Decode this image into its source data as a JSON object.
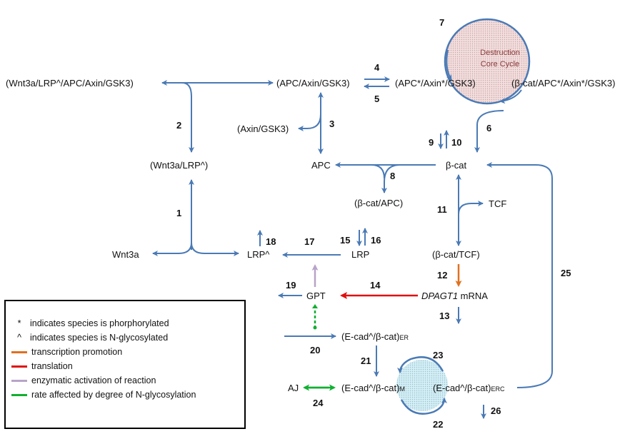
{
  "species": {
    "wnt3a_lrp_apc_axin_gsk3": "(Wnt3a/LRP^/APC/Axin/GSK3)",
    "apc_axin_gsk3": "(APC/Axin/GSK3)",
    "apc_axin_gsk3_p": "(APC*/Axin*/GSK3)",
    "bcat_apc_axin_gsk3_p": "(β-cat/APC*/Axin*/GSK3)",
    "axin_gsk3": "(Axin/GSK3)",
    "wnt3a_lrp": "(Wnt3a/LRP^)",
    "apc": "APC",
    "bcat": "β-cat",
    "bcat_apc": "(β-cat/APC)",
    "tcf": "TCF",
    "wnt3a": "Wnt3a",
    "lrp_glyc": "LRP^",
    "lrp": "LRP",
    "bcat_tcf": "(β-cat/TCF)",
    "gpt": "GPT",
    "dpagt1_italic": "DPAGT1",
    "dpagt1_suffix": " mRNA",
    "ecad_er": "(E-cad^/β-cat)",
    "ecad_er_sub": "ER",
    "ecad_m": "(E-cad^/β-cat)",
    "ecad_m_sub": "M",
    "ecad_erc": "(E-cad^/β-cat)",
    "ecad_erc_sub": "ERC",
    "aj": "AJ"
  },
  "destruction_cycle": {
    "line1": "Destruction",
    "line2": "Core Cycle"
  },
  "reactions": [
    "1",
    "2",
    "3",
    "4",
    "5",
    "6",
    "7",
    "8",
    "9",
    "10",
    "11",
    "12",
    "13",
    "14",
    "15",
    "16",
    "17",
    "18",
    "19",
    "20",
    "21",
    "22",
    "23",
    "24",
    "25",
    "26"
  ],
  "legend": [
    {
      "symbol": "*",
      "text": "indicates species is phorphorylated"
    },
    {
      "symbol": "^",
      "text": "indicates species is N-glycosylated"
    },
    {
      "color": "#e07020",
      "text": "transcription promotion"
    },
    {
      "color": "#e01010",
      "text": "translation"
    },
    {
      "color": "#b8a3c8",
      "text": "enzymatic activation of reaction"
    },
    {
      "color": "#10b030",
      "text": "rate affected by degree of N-glycosylation"
    }
  ],
  "colors": {
    "arrow": "#4a7ab5",
    "transcription": "#e07020",
    "translation": "#e01010",
    "enzymatic": "#b8a3c8",
    "glycosylation": "#10b030"
  }
}
